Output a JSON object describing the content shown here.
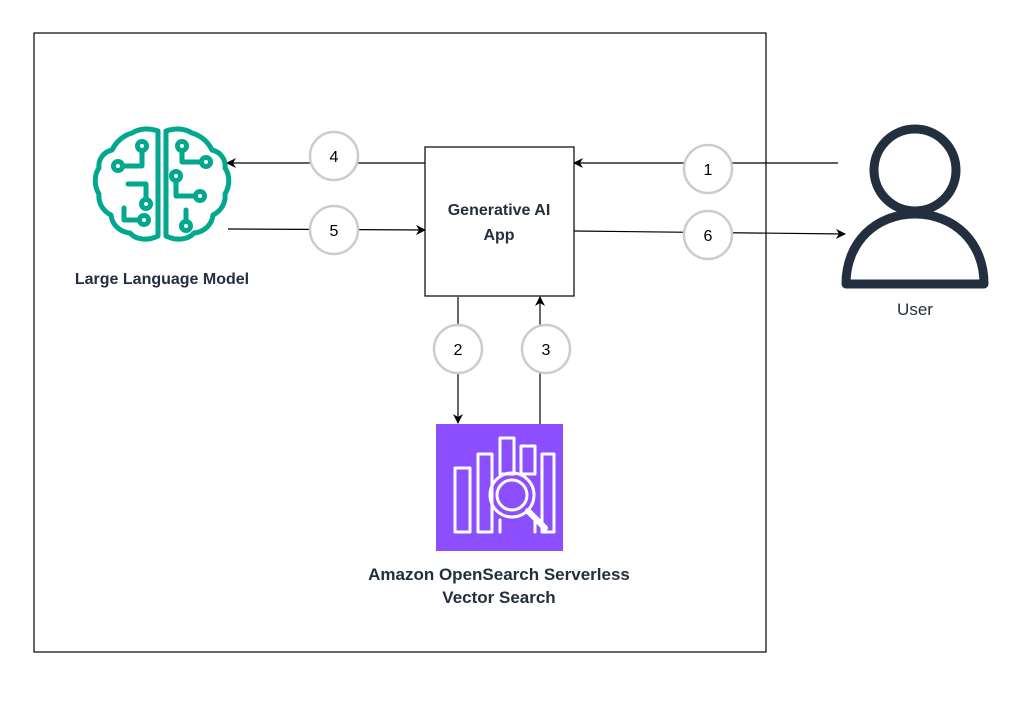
{
  "nodes": {
    "llm": {
      "label": "Large Language Model"
    },
    "app": {
      "label_line1": "Generative AI",
      "label_line2": "App"
    },
    "user": {
      "label": "User"
    },
    "vector_search": {
      "label_line1": "Amazon OpenSearch Serverless",
      "label_line2": "Vector Search"
    }
  },
  "steps": [
    "1",
    "2",
    "3",
    "4",
    "5",
    "6"
  ],
  "colors": {
    "llm_teal": "#01a88d",
    "opensearch_purple": "#8c4fff",
    "label_dark": "#232f3e",
    "step_circle_border": "#cccccc"
  },
  "icons": {
    "llm": "brain-circuit-icon",
    "user": "user-icon",
    "vector_search": "opensearch-icon"
  }
}
